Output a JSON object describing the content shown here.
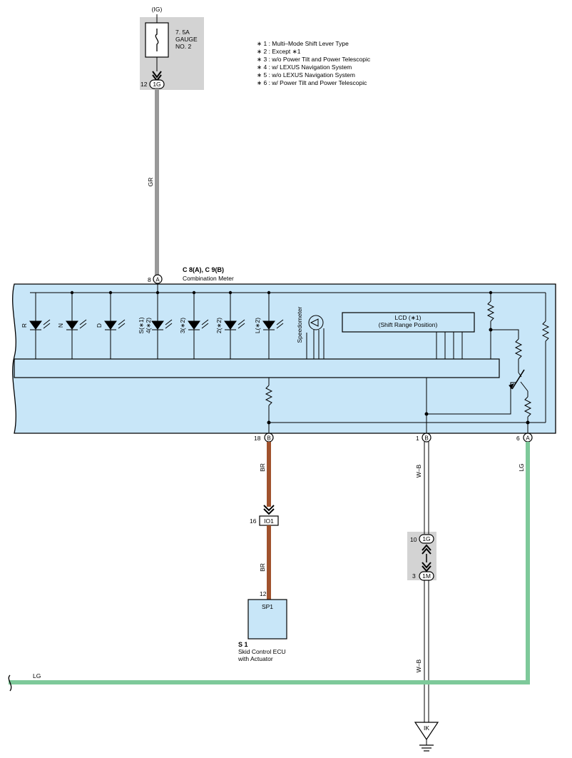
{
  "power": {
    "ig_label": "(IG)",
    "fuse_line1": "7. 5A",
    "fuse_line2": "GAUGE",
    "fuse_line3": "NO. 2",
    "connector_pin": "12",
    "connector_id": "1G"
  },
  "notes": [
    "∗ 1 : Multi–Mode Shift Lever Type",
    "∗ 2 : Except ∗1",
    "∗ 3 : w/o Power Tilt and Power Telescopic",
    "∗ 4 : w/ LEXUS Navigation System",
    "∗ 5 : w/o LEXUS Navigation System",
    "∗ 6 : w/ Power Tilt and Power Telescopic"
  ],
  "wires": {
    "gr": "GR",
    "br_upper": "BR",
    "br_lower": "BR",
    "wb_upper": "W–B",
    "wb_lower": "W–B",
    "lg_right": "LG",
    "lg_bottom": "LG"
  },
  "meter": {
    "connector_label": "C 8(A), C 9(B)",
    "name": "Combination Meter",
    "top_pin": "8",
    "top_conn": "A",
    "lamps": [
      "R",
      "N",
      "D",
      "S(∗1)\n4(∗2)",
      "3(∗2)",
      "2(∗2)",
      "L(∗2)"
    ],
    "speedometer": "Speedometer",
    "lcd_line1": "LCD (∗1)",
    "lcd_line2": "(Shift Range Position)",
    "pin_b18": "18",
    "pin_b1": "1",
    "pin_a6": "6",
    "conn_b": "B",
    "conn_a": "A"
  },
  "junction": {
    "io1_pin": "16",
    "io1_id": "IO1",
    "j1g_pin": "10",
    "j1g_id": "1G",
    "j1m_pin": "3",
    "j1m_id": "1M"
  },
  "ecu": {
    "pin": "12",
    "box_label": "SP1",
    "code": "S 1",
    "name_line1": "Skid Control ECU",
    "name_line2": "with Actuator"
  },
  "ground": {
    "id": "IK"
  },
  "colors": {
    "meter_fill": "#c8e6f8",
    "wire_gr": "#999999",
    "wire_br": "#a0522d",
    "wire_lg": "#7ec99a",
    "shade": "#d3d3d3"
  }
}
